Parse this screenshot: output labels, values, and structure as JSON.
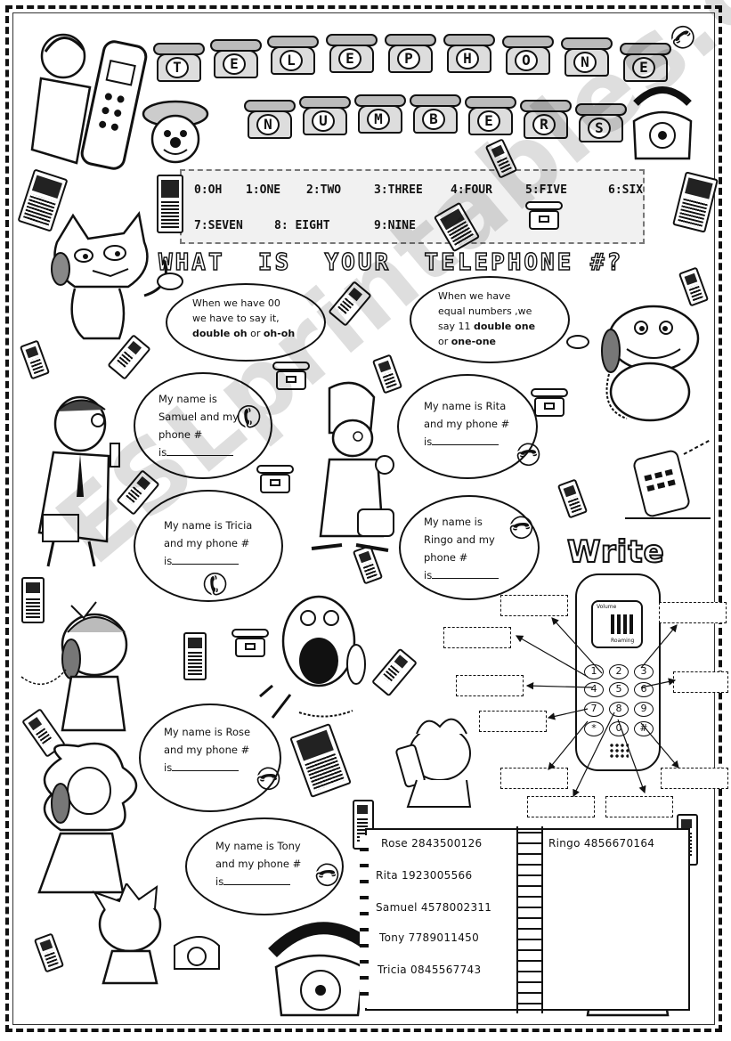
{
  "title": {
    "word1": [
      "T",
      "E",
      "L",
      "E",
      "P",
      "H",
      "O",
      "N",
      "E"
    ],
    "word2": [
      "N",
      "U",
      "M",
      "B",
      "E",
      "R",
      "S"
    ]
  },
  "numbers": {
    "row1": [
      "0:OH",
      "1:ONE",
      "2:TWO",
      "3:THREE",
      "4:FOUR",
      "5:FIVE",
      "6:SIX"
    ],
    "row2": [
      "7:SEVEN",
      "8: EIGHT",
      "9:NINE"
    ]
  },
  "headline": "WHAT  IS  YOUR  TELEPHONE #?",
  "tips": {
    "left": {
      "line1": "When we have 00",
      "line2": "we have to say it,",
      "bold1": "double oh",
      "or": " or ",
      "bold2": "oh-oh"
    },
    "right": {
      "line1": "When we have",
      "line2": "equal numbers ,we",
      "line3a": "say  11 ",
      "bold1": "double one",
      "line4a": "or ",
      "bold2": "one-one"
    }
  },
  "bubbles": {
    "samuel": {
      "line1": "My name is",
      "line2": "Samuel and my",
      "line3": "phone #",
      "line4": "is"
    },
    "rita": {
      "line1": "My name is Rita",
      "line2": "and my phone #",
      "line3": "is"
    },
    "tricia": {
      "line1": "My name is Tricia",
      "line2": "and my phone #",
      "line3": "is"
    },
    "ringo": {
      "line1": "My name is",
      "line2": "Ringo and my",
      "line3": "phone #",
      "line4": "is"
    },
    "rose": {
      "line1": "My name is Rose",
      "line2": "and my phone #",
      "line3": "is"
    },
    "tony": {
      "line1": "My name is Tony",
      "line2": "and my phone #",
      "line3": "is"
    }
  },
  "write_label": "Write",
  "keypad": {
    "keys": [
      "1",
      "2",
      "3",
      "4",
      "5",
      "6",
      "7",
      "8",
      "9",
      "*",
      "0",
      "#"
    ],
    "screen_top": "Volume",
    "screen_bottom": "Roaming"
  },
  "directory": [
    "Rose 2843500126",
    "Ringo 4856670164",
    "Rita 1923005566",
    "Samuel 4578002311",
    "Tony 7789011450",
    "Tricia 0845567743"
  ],
  "watermark": "ESLprintables.com",
  "icons": {
    "mobile": "mobile-phone-icon",
    "desk": "desk-phone-icon",
    "handset": "handset-icon"
  }
}
